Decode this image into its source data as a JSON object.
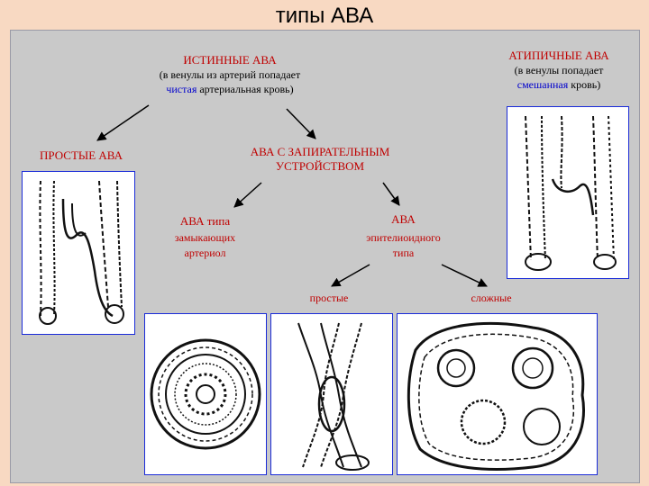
{
  "title": "типы АВА",
  "true_ava": {
    "heading": "ИСТИННЫЕ АВА",
    "line1": "(в венулы из артерий попадает",
    "line2_blue": "чистая",
    "line2_rest": " артериальная кровь)"
  },
  "atypical_ava": {
    "heading": "АТИПИЧНЫЕ АВА",
    "line1": "(в венулы попадает",
    "line2_blue": "смешанная",
    "line2_rest": " кровь)"
  },
  "simple_ava": "ПРОСТЫЕ АВА",
  "locking_ava": {
    "line1": "АВА С ЗАПИРАТЕЛЬНЫМ",
    "line2": "УСТРОЙСТВОМ"
  },
  "closing_arterioles": {
    "line1_red": "АВА",
    "line1_rest": " типа",
    "line2": "замыкающих",
    "line3": "артериол"
  },
  "epithelioid": {
    "line1": "АВА",
    "line2": "эпителиоидного",
    "line3": "типа"
  },
  "simple_label": "простые",
  "complex_label": "сложные",
  "colors": {
    "background": "#f8d9c2",
    "panel": "#c9c9c9",
    "heading_red": "#c00000",
    "blue": "#0000cc",
    "frame_border": "#1a2bd8"
  }
}
